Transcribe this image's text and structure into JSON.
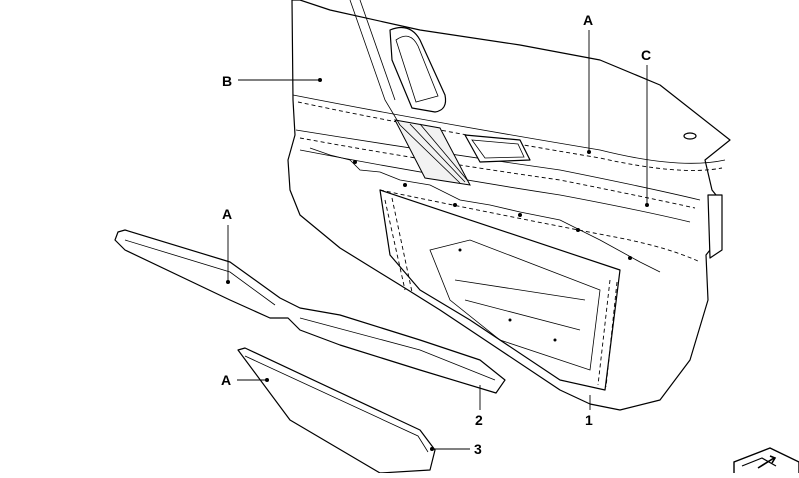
{
  "labels": {
    "A_top": "A",
    "B": "B",
    "C": "C",
    "A_mid": "A",
    "A_bottom": "A",
    "part_1": "1",
    "part_2": "2",
    "part_3": "3"
  },
  "icons": {
    "corner": "view-direction-icon"
  }
}
